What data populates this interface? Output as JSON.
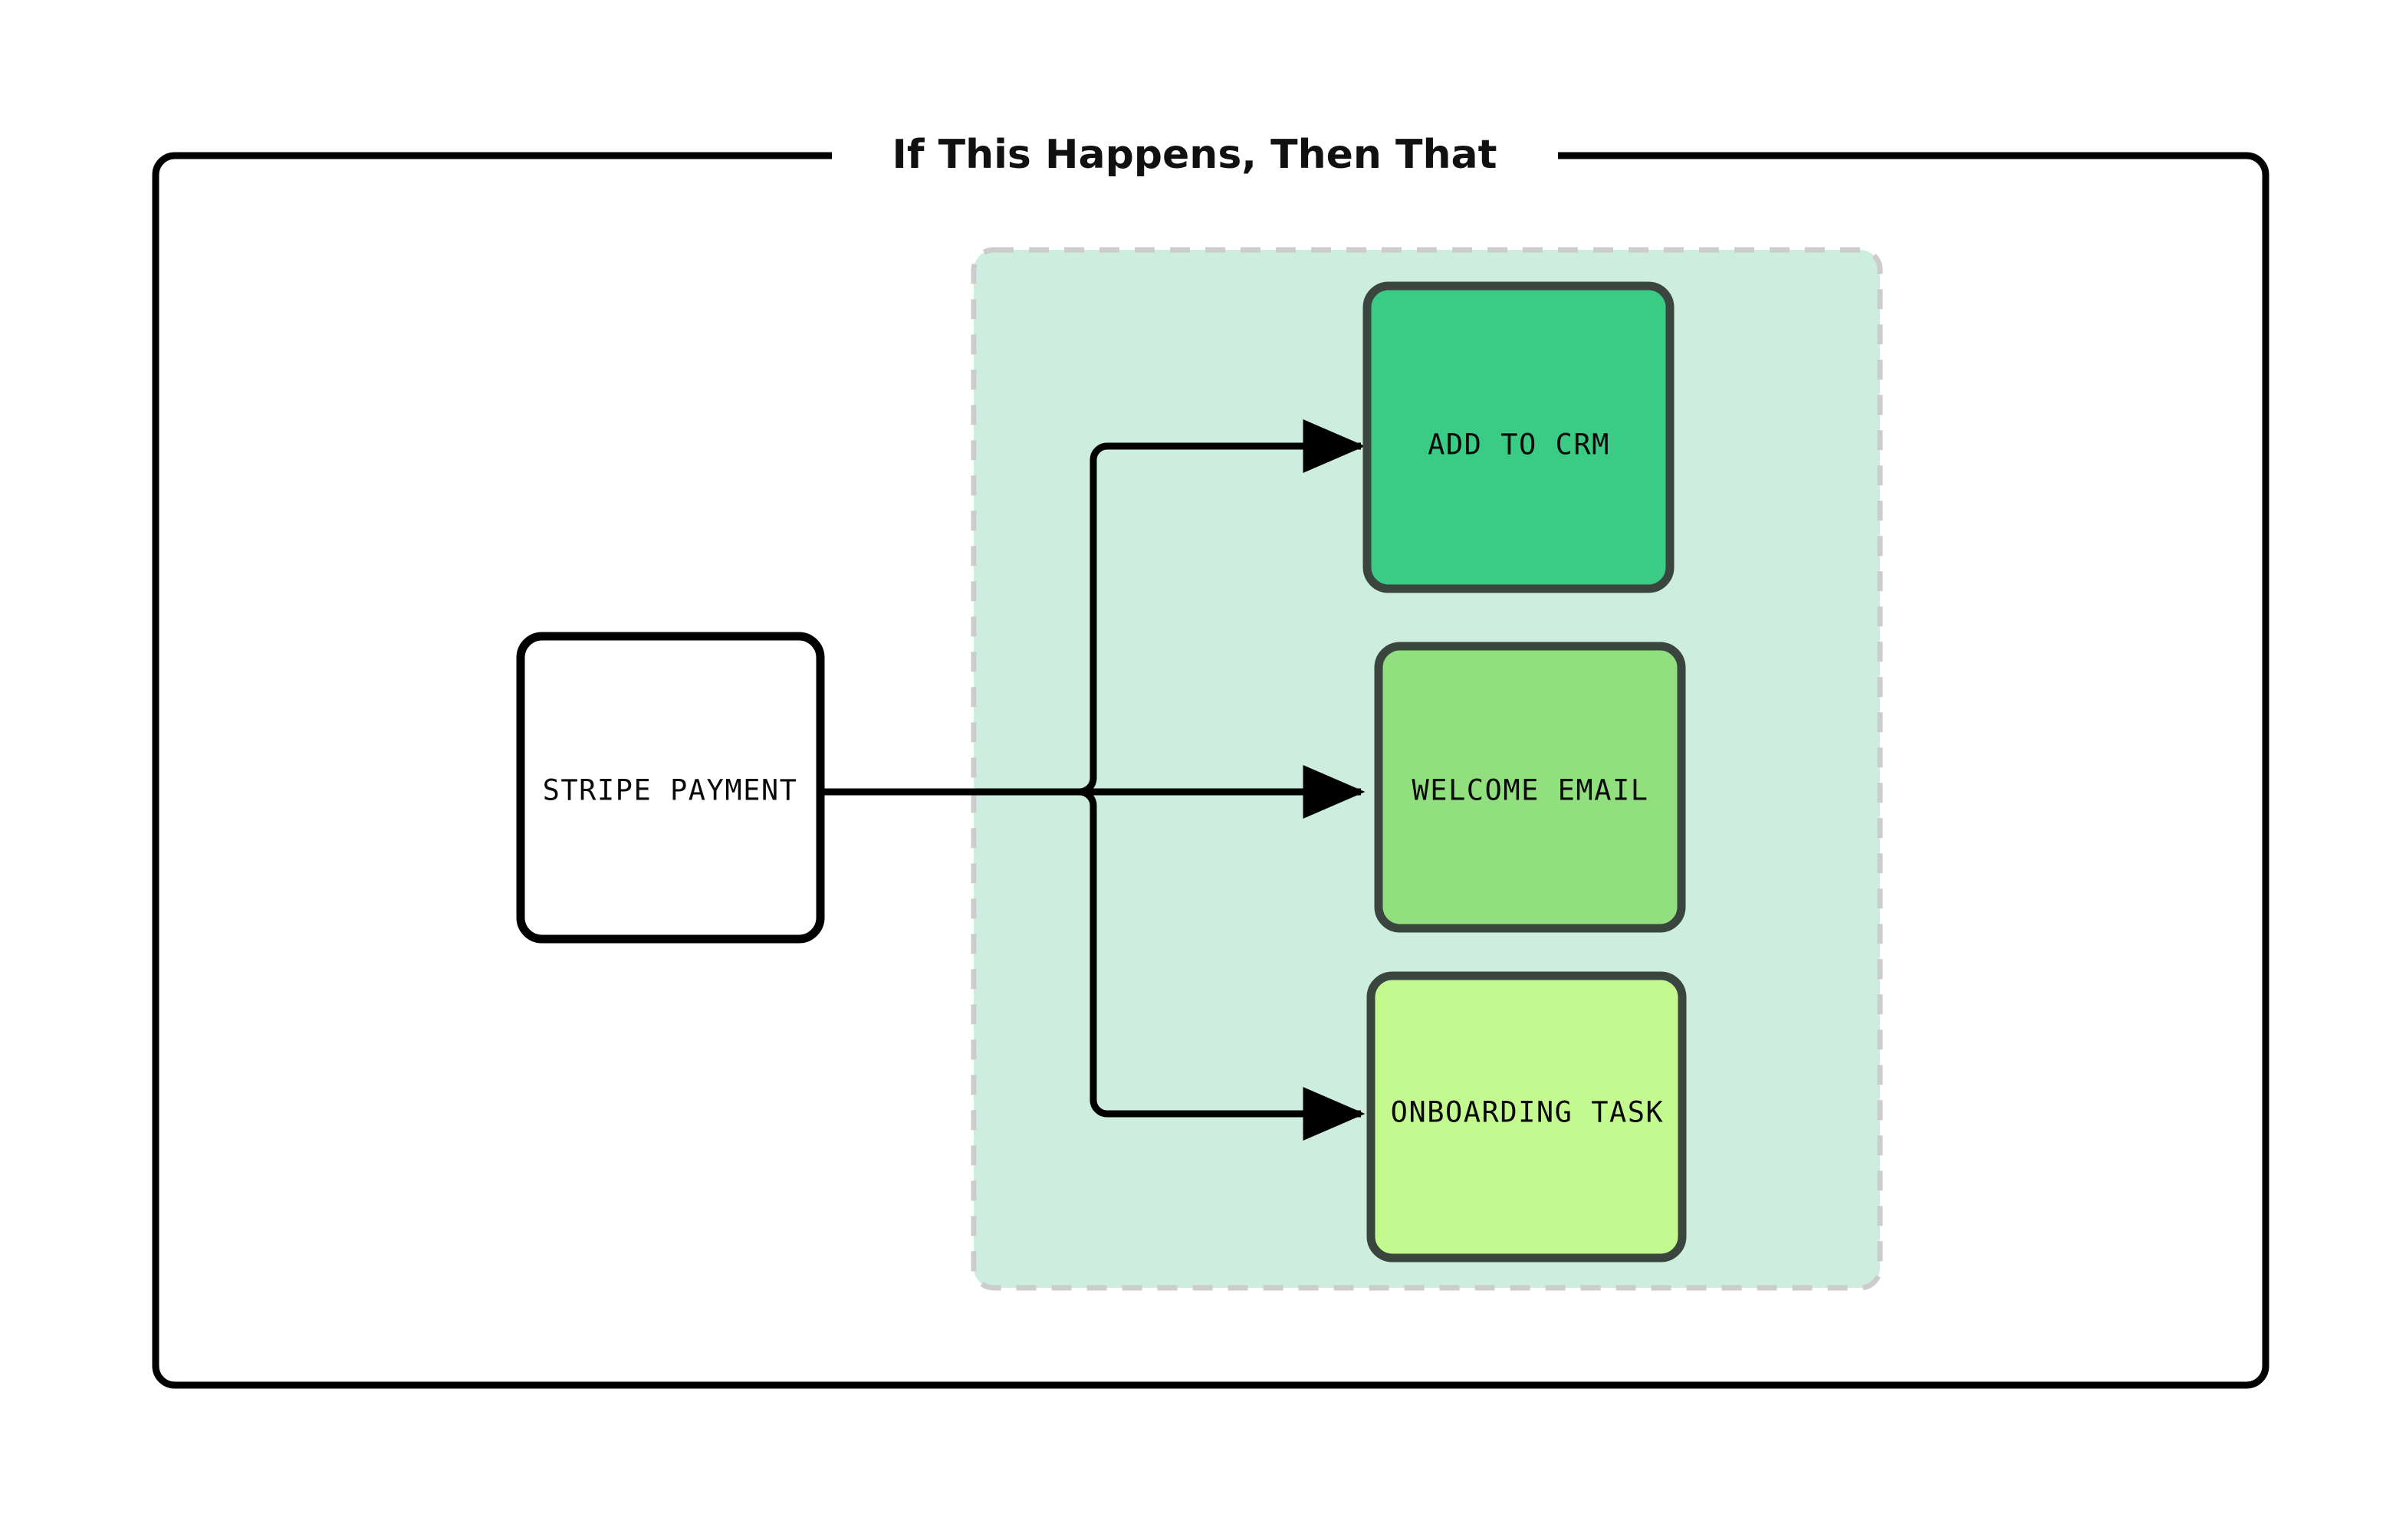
{
  "frame": {
    "title": "If This Happens, Then That",
    "border_color": "#000000",
    "background": "#ffffff"
  },
  "cluster": {
    "name": "then-actions-group",
    "fill": "#cdeedf",
    "border_color": "#cccccc",
    "border_style": "dashed"
  },
  "nodes": [
    {
      "id": "stripe-payment",
      "label": "STRIPE PAYMENT",
      "fill": "#ffffff",
      "border_color": "#000000",
      "text_color": "#0a0a0a"
    },
    {
      "id": "add-to-crm",
      "label": "ADD TO CRM",
      "fill": "#3acb85",
      "border_color": "#3a4540",
      "text_color": "#0a0a0a"
    },
    {
      "id": "welcome-email",
      "label": "WELCOME EMAIL",
      "fill": "#91df7e",
      "border_color": "#3a4540",
      "text_color": "#0a0a0a"
    },
    {
      "id": "onboarding-task",
      "label": "ONBOARDING TASK",
      "fill": "#c4f98f",
      "border_color": "#3a4540",
      "text_color": "#0a0a0a"
    }
  ],
  "edges": [
    {
      "id": "edge-stripe-to-crm",
      "from": "stripe-payment",
      "to": "add-to-crm",
      "arrow": "triangle",
      "color": "#000000"
    },
    {
      "id": "edge-stripe-to-email",
      "from": "stripe-payment",
      "to": "welcome-email",
      "arrow": "triangle",
      "color": "#000000"
    },
    {
      "id": "edge-stripe-to-onboarding",
      "from": "stripe-payment",
      "to": "onboarding-task",
      "arrow": "triangle",
      "color": "#000000"
    }
  ]
}
